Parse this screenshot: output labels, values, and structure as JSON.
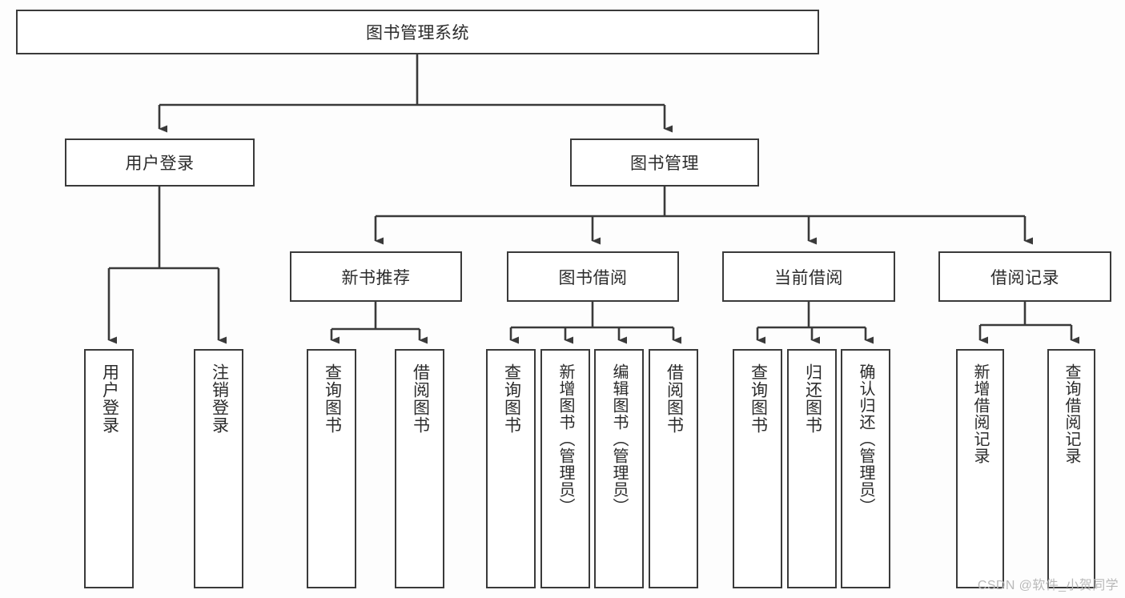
{
  "diagram": {
    "title": "图书管理系统",
    "type": "tree-flowchart",
    "root": {
      "label": "图书管理系统"
    },
    "level2": [
      {
        "id": "user-login",
        "label": "用户登录"
      },
      {
        "id": "book-manage",
        "label": "图书管理"
      }
    ],
    "level3": [
      {
        "id": "new-book-rec",
        "label": "新书推荐"
      },
      {
        "id": "book-borrow",
        "label": "图书借阅"
      },
      {
        "id": "current-borrow",
        "label": "当前借阅"
      },
      {
        "id": "borrow-record",
        "label": "借阅记录"
      }
    ],
    "leaves": {
      "user_login": [
        {
          "id": "leaf-user-login",
          "label": "用户登录"
        },
        {
          "id": "leaf-logout-login",
          "label": "注销登录"
        }
      ],
      "new_book_rec": [
        {
          "id": "leaf-query-book-1",
          "label": "查询图书"
        },
        {
          "id": "leaf-borrow-book-1",
          "label": "借阅图书"
        }
      ],
      "book_borrow": [
        {
          "id": "leaf-query-book-2",
          "label": "查询图书"
        },
        {
          "id": "leaf-add-book",
          "label": "新增图书（管理员）"
        },
        {
          "id": "leaf-edit-book",
          "label": "编辑图书（管理员）"
        },
        {
          "id": "leaf-borrow-book-2",
          "label": "借阅图书"
        }
      ],
      "current_borrow": [
        {
          "id": "leaf-query-book-3",
          "label": "查询图书"
        },
        {
          "id": "leaf-return-book",
          "label": "归还图书"
        },
        {
          "id": "leaf-confirm-return",
          "label": "确认归还（管理员）"
        }
      ],
      "borrow_record": [
        {
          "id": "leaf-add-record",
          "label": "新增借阅记录"
        },
        {
          "id": "leaf-query-record",
          "label": "查询借阅记录"
        }
      ]
    },
    "watermark": "CSDN @软件_小贺同学",
    "colors": {
      "stroke": "#3a3a3a",
      "text": "#2b2b2b",
      "background": "#fdfdfd",
      "watermark": "#b9b9b9"
    }
  }
}
